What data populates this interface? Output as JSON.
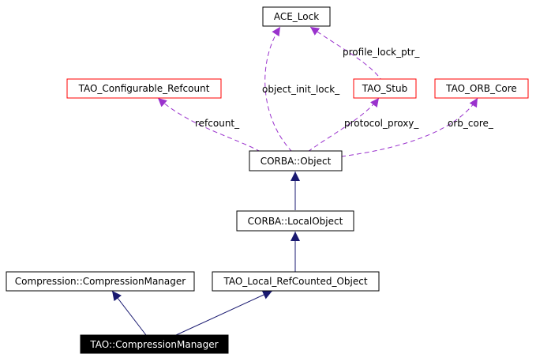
{
  "diagram": {
    "nodes": {
      "ace_lock": "ACE_Lock",
      "tao_configurable_refcount": "TAO_Configurable_Refcount",
      "tao_stub": "TAO_Stub",
      "tao_orb_core": "TAO_ORB_Core",
      "corba_object": "CORBA::Object",
      "corba_localobject": "CORBA::LocalObject",
      "compression_manager_iface": "Compression::CompressionManager",
      "tao_local_refcounted_object": "TAO_Local_RefCounted_Object",
      "tao_compressionmanager": "TAO::CompressionManager"
    },
    "edge_labels": {
      "profile_lock_ptr": "profile_lock_ptr_",
      "object_init_lock": "object_init_lock_",
      "refcount": "refcount_",
      "protocol_proxy": "protocol_proxy_",
      "orb_core": "orb_core_"
    },
    "colors": {
      "inheritance": "#191970",
      "usage": "#9a32cd",
      "undocumented_border": "#ff0000",
      "normal_border": "#000000",
      "highlight_fill": "#000000",
      "highlight_text": "#ffffff"
    }
  }
}
